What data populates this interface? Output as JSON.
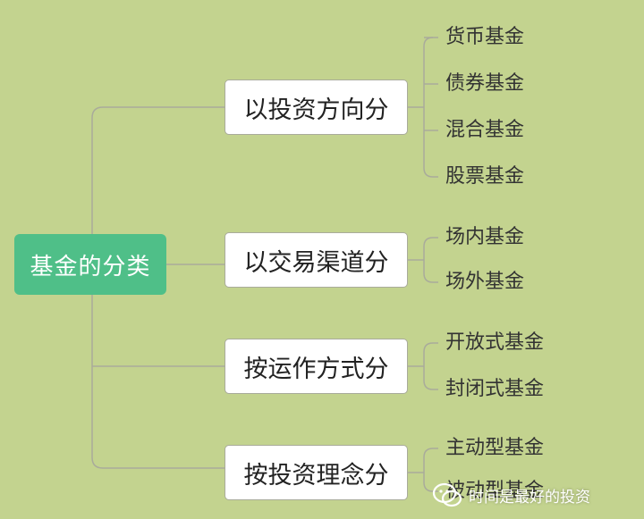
{
  "mindmap": {
    "root": "基金的分类",
    "branches": [
      {
        "label": "以投资方向分",
        "leaves": [
          "货币基金",
          "债券基金",
          "混合基金",
          "股票基金"
        ]
      },
      {
        "label": "以交易渠道分",
        "leaves": [
          "场内基金",
          "场外基金"
        ]
      },
      {
        "label": "按运作方式分",
        "leaves": [
          "开放式基金",
          "封闭式基金"
        ]
      },
      {
        "label": "按投资理念分",
        "leaves": [
          "主动型基金",
          "被动型基金"
        ]
      }
    ]
  },
  "watermark": {
    "text": "时间是最好的投资"
  },
  "colors": {
    "background": "#c3d38f",
    "root_fill": "#4fbf88",
    "connector": "#a9ab9b"
  }
}
